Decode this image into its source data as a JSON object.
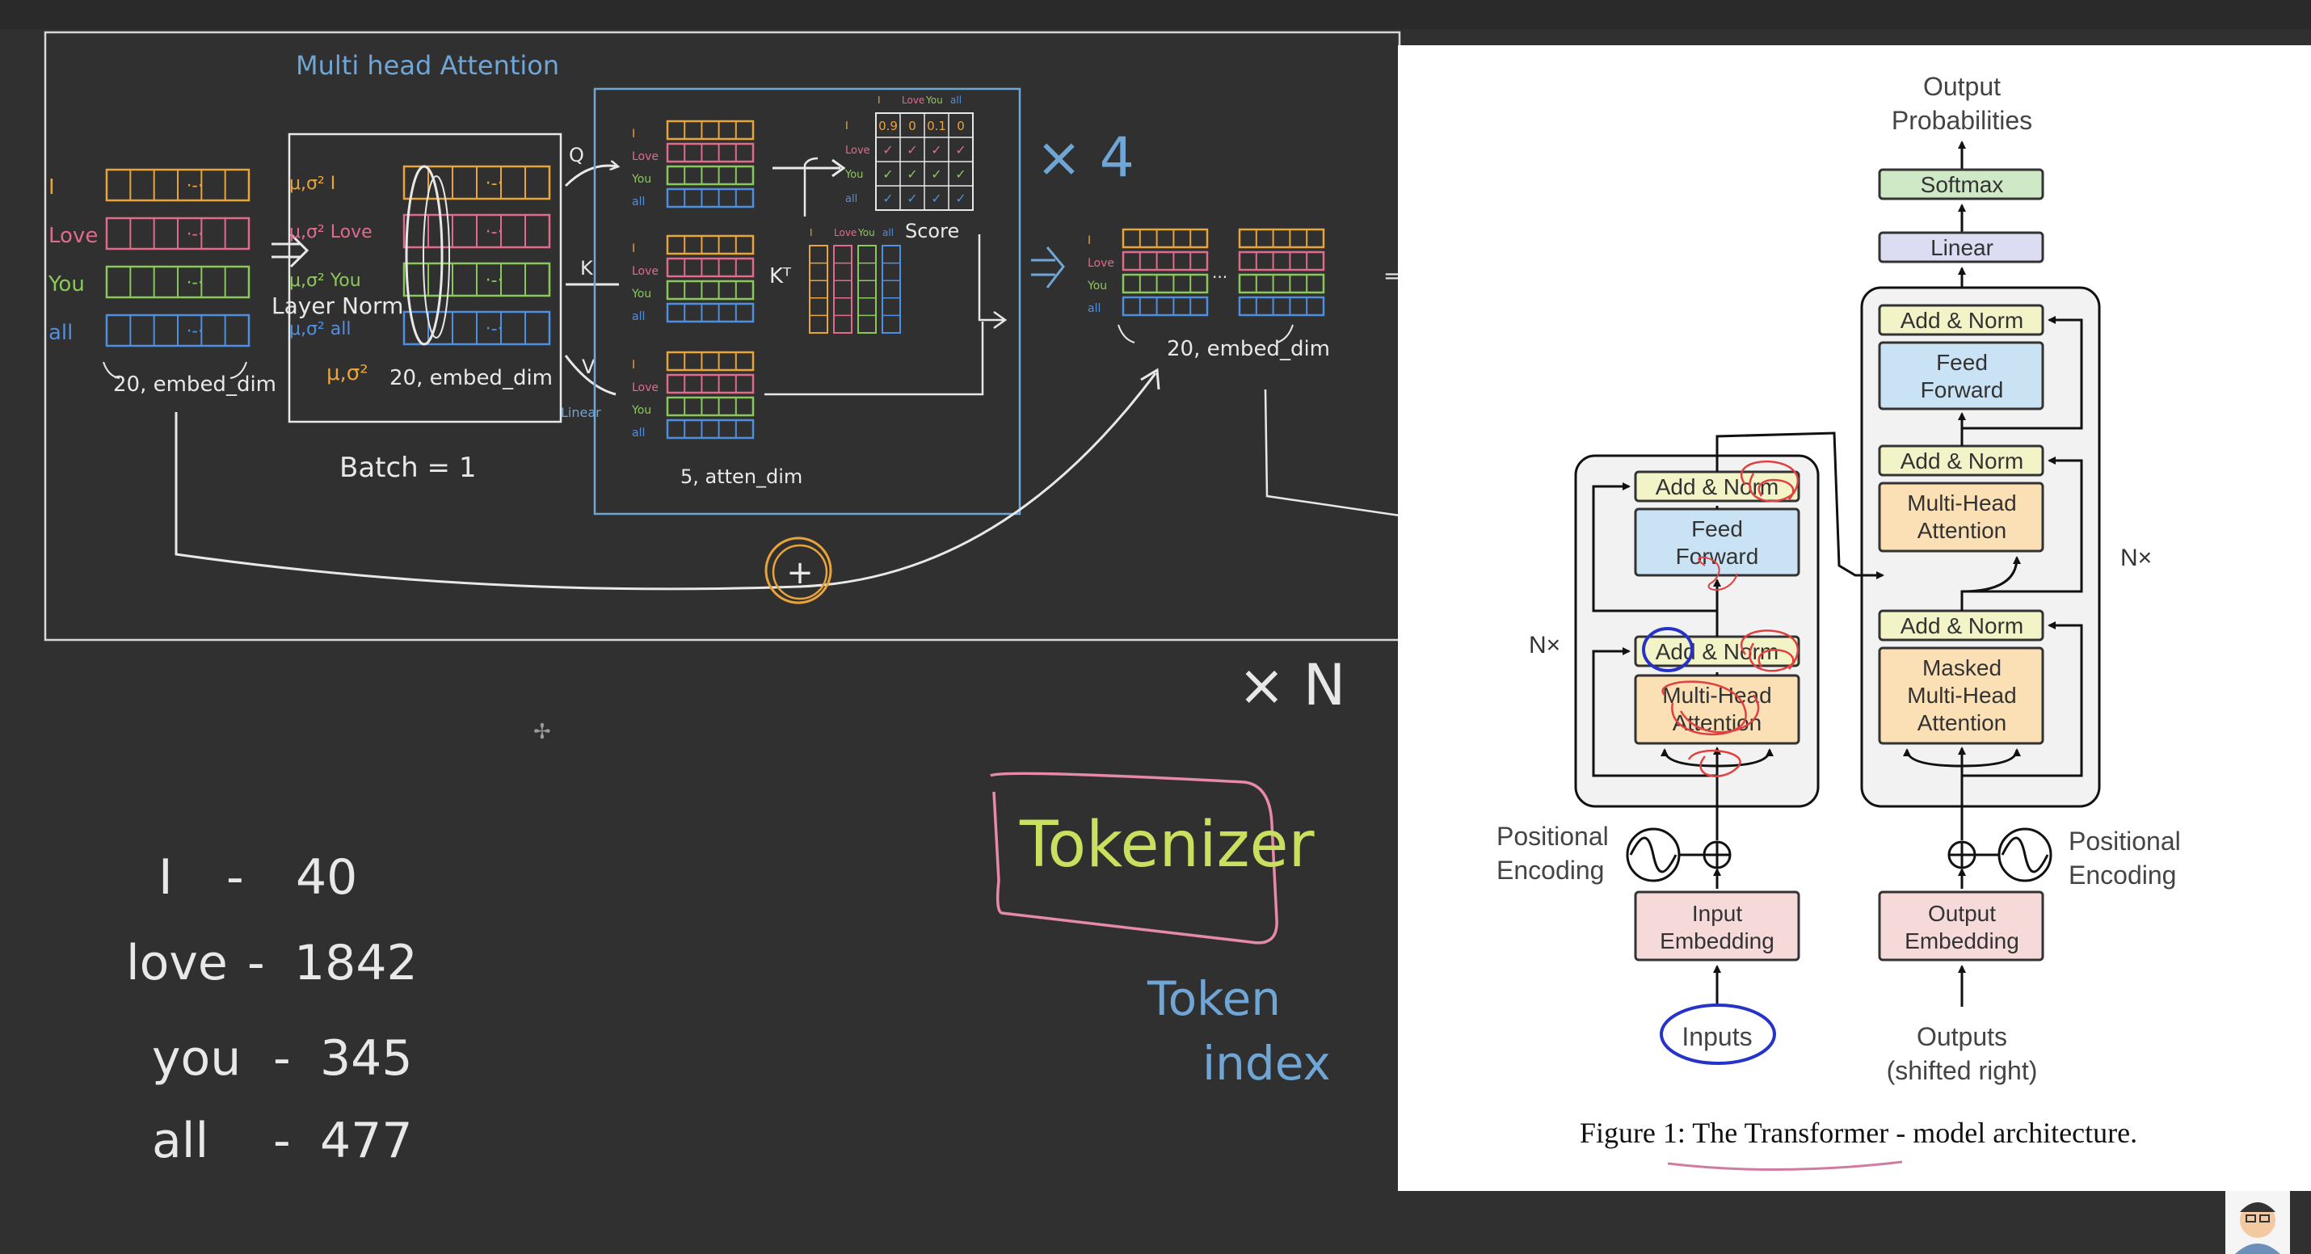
{
  "board": {
    "title": "Multi head Attention",
    "tokens": [
      "I",
      "Love",
      "You",
      "all"
    ],
    "token_colors": [
      "#e9a43a",
      "#e06b8c",
      "#8bc85a",
      "#4f8fe0"
    ],
    "shape_label": "20, embed_dim",
    "layer_norm_label": "Layer Norm",
    "mu_sigma_label": "μ,σ²",
    "batch_label": "Batch = 1",
    "qkv_letters": [
      "Q",
      "K",
      "V"
    ],
    "linear_label": "Linear",
    "atten_dim_label": "5, atten_dim",
    "kt_label": "Kᵀ",
    "score_label": "Score",
    "score_values": [
      "0.9",
      "0",
      "0.1",
      "0"
    ],
    "times_four": "× 4",
    "times_n": "× N",
    "ellipsis": "...",
    "plus_symbol": "+",
    "tokenizer_label": "Tokenizer",
    "token_index_label": [
      "Token",
      "index"
    ],
    "vocab": [
      {
        "word": "I",
        "index": "40"
      },
      {
        "word": "love",
        "index": "1842"
      },
      {
        "word": "you",
        "index": "345"
      },
      {
        "word": "all",
        "index": "477"
      }
    ]
  },
  "figure": {
    "caption": "Figure 1: The Transformer - model architecture.",
    "output_probabilities": [
      "Output",
      "Probabilities"
    ],
    "softmax": "Softmax",
    "linear": "Linear",
    "add_norm": "Add & Norm",
    "feed_forward": [
      "Feed",
      "Forward"
    ],
    "multi_head_attention": [
      "Multi-Head",
      "Attention"
    ],
    "masked_mha": [
      "Masked",
      "Multi-Head",
      "Attention"
    ],
    "nx": "N×",
    "positional_encoding": [
      "Positional",
      "Encoding"
    ],
    "input_embedding": [
      "Input",
      "Embedding"
    ],
    "output_embedding": [
      "Output",
      "Embedding"
    ],
    "inputs": "Inputs",
    "outputs": [
      "Outputs",
      "(shifted right)"
    ],
    "colors": {
      "add_norm_fill": "#f3f3c8",
      "feed_forward_fill": "#c9e3f5",
      "attention_fill": "#fbe0b6",
      "embedding_fill": "#f6d9d9",
      "softmax_fill": "#cfe8c5",
      "linear_fill": "#dcdcf3"
    }
  }
}
